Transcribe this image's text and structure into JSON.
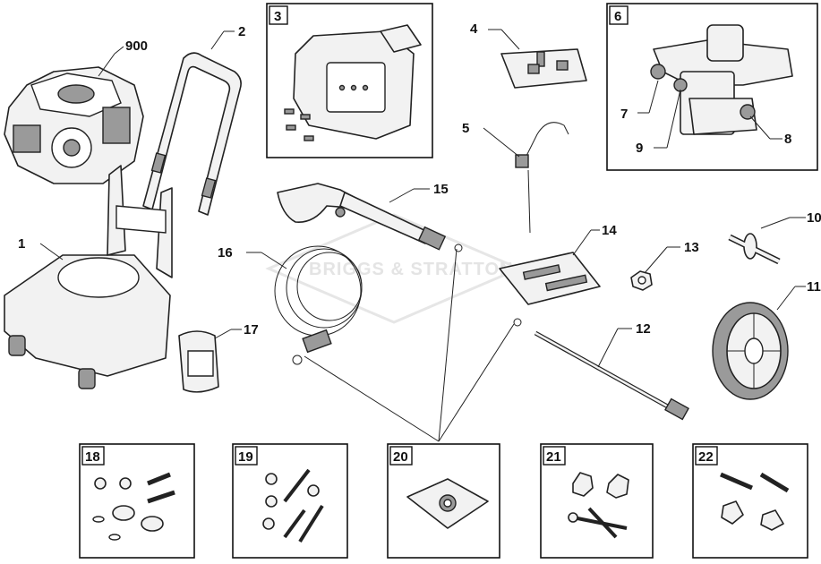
{
  "watermark": "BRIGGS & STRATTON",
  "callouts": {
    "engine": "900",
    "frame": "1",
    "handle": "2",
    "control_panel": "3",
    "fittings_kit": "4",
    "unloader_cable": "5",
    "pump": "6",
    "pump_part_7": "7",
    "pump_part_8": "8",
    "pump_part_9": "9",
    "axle": "10",
    "wheel": "11",
    "lance": "12",
    "nut": "13",
    "nozzle_kit": "14",
    "spray_gun": "15",
    "hose": "16",
    "hose_hook": "17",
    "kit_18": "18",
    "kit_19": "19",
    "kit_20": "20",
    "kit_21": "21",
    "kit_22": "22"
  }
}
